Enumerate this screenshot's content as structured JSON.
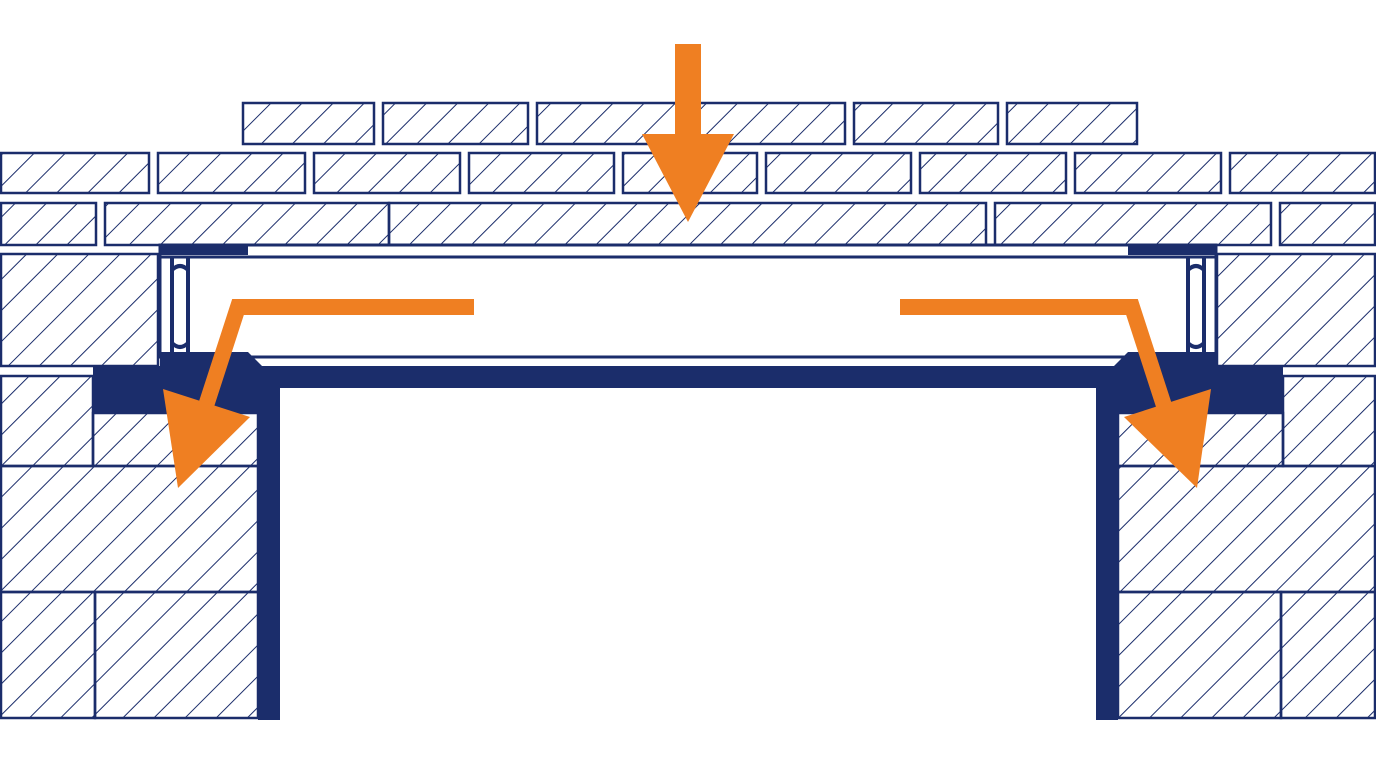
{
  "colors": {
    "outline": "#1b2d6b",
    "steel": "#1b2d6b",
    "arrow": "#ef7f22",
    "background": "#ffffff"
  },
  "elements": {
    "masonry": "hatched-brick-wall",
    "lintel": "steel-i-beam",
    "bearing_plates": "steel-bearing-plates",
    "frame": "opening-frame",
    "load_arrow": "downward-load-arrow",
    "transfer_arrows": "load-transfer-arrows"
  }
}
